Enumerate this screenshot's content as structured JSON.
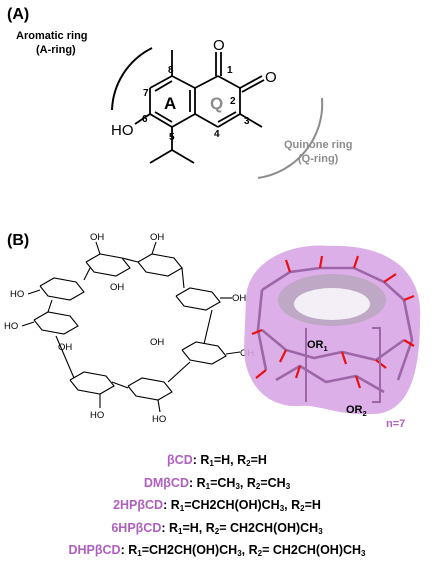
{
  "panel_a": {
    "label": "(A)",
    "aromatic_title": "Aromatic ring",
    "aromatic_sub": "(A-ring)",
    "quinone_title": "Quinone ring",
    "quinone_sub": "(Q-ring)",
    "ring_a": "A",
    "ring_q": "Q",
    "oxygen": "O",
    "hydroxyl": "HO",
    "numbers": [
      "1",
      "2",
      "3",
      "4",
      "5",
      "6",
      "7",
      "8"
    ]
  },
  "panel_b": {
    "label": "(B)",
    "or1": "OR",
    "or1_sub": "1",
    "or2": "OR",
    "or2_sub": "2",
    "repeat": "n=7",
    "oh": "OH",
    "ho": "HO"
  },
  "legend": [
    {
      "name": "βCD",
      "text": ": R",
      "s1": "1",
      "t1": "=H, R",
      "s2": "2",
      "t2": "=H"
    },
    {
      "name": "DMβCD",
      "text": ": R",
      "s1": "1",
      "t1": "=CH",
      "s3": "3",
      "t3": ", R",
      "s2": "2",
      "t2": "=CH",
      "s4": "3",
      "t4": ""
    },
    {
      "name": "2HPβCD",
      "text": ": R",
      "s1": "1",
      "t1": "=CH2CH(OH)CH",
      "s3": "3",
      "t3": ", R",
      "s2": "2",
      "t2": "=H"
    },
    {
      "name": "6HPβCD",
      "text": ": R",
      "s1": "1",
      "t1": "=H, R",
      "s2": "2",
      "t2": "= CH2CH(OH)CH",
      "s4": "3",
      "t4": ""
    },
    {
      "name": "DHPβCD",
      "text": ": R",
      "s1": "1",
      "t1": "=CH2CH(OH)CH",
      "s3": "3",
      "t3": ", R",
      "s2": "2",
      "t2": "= CH2CH(OH)CH",
      "s4": "3",
      "t4": ""
    }
  ],
  "colors": {
    "grey": "#8c8c8c",
    "purple": "#b05fc0",
    "surface": "#d9a6e6",
    "red": "#e81010"
  }
}
